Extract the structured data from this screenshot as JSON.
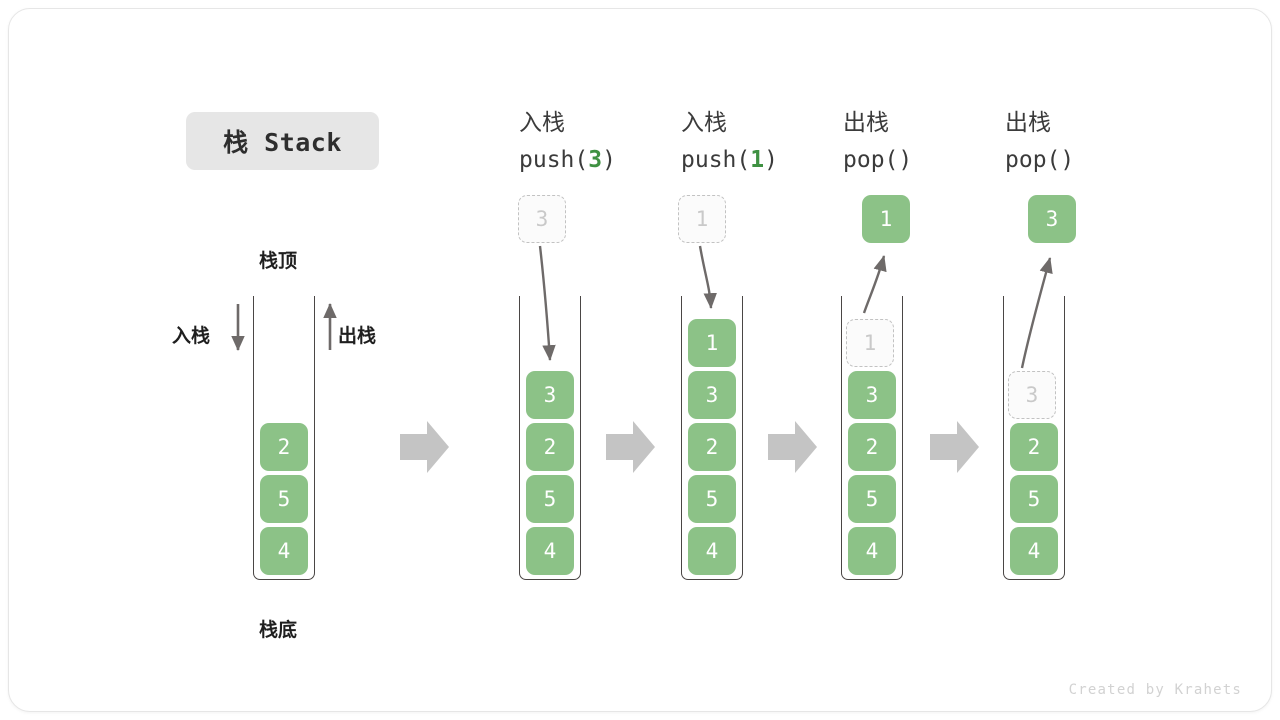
{
  "title": {
    "text": "栈 Stack"
  },
  "legend": {
    "top_label": "栈顶",
    "bottom_label": "栈底",
    "push_label": "入栈",
    "pop_label": "出栈"
  },
  "colors": {
    "element_green": "#8cc287",
    "accent_green": "#3f9142",
    "ghost_border": "#c2c2c2",
    "ghost_text": "#c9c9c9",
    "container_stroke": "#4a4645",
    "arrow_gray": "#6e6a69",
    "block_arrow_gray": "#c4c4c4",
    "pill_bg": "#e6e6e6",
    "footer_text": "#d2d2d2"
  },
  "columns": [
    {
      "id": "initial",
      "head_cn": "",
      "head_code": "",
      "stack": [
        "2",
        "5",
        "4"
      ],
      "ghost_index": -1,
      "floating": null
    },
    {
      "id": "push-3",
      "head_cn": "入栈",
      "head_code_prefix": "push(",
      "head_code_value": "3",
      "head_code_suffix": ")",
      "stack": [
        "3",
        "2",
        "5",
        "4"
      ],
      "ghost_index": -1,
      "floating": {
        "value": "3",
        "style": "ghost",
        "direction": "down"
      }
    },
    {
      "id": "push-1",
      "head_cn": "入栈",
      "head_code_prefix": "push(",
      "head_code_value": "1",
      "head_code_suffix": ")",
      "stack": [
        "1",
        "3",
        "2",
        "5",
        "4"
      ],
      "ghost_index": -1,
      "floating": {
        "value": "1",
        "style": "ghost",
        "direction": "down"
      }
    },
    {
      "id": "pop-1",
      "head_cn": "出栈",
      "head_code_prefix": "pop(",
      "head_code_value": "",
      "head_code_suffix": ")",
      "stack": [
        "1",
        "3",
        "2",
        "5",
        "4"
      ],
      "ghost_index": 0,
      "floating": {
        "value": "1",
        "style": "solid",
        "direction": "up"
      }
    },
    {
      "id": "pop-3",
      "head_cn": "出栈",
      "head_code_prefix": "pop(",
      "head_code_value": "",
      "head_code_suffix": ")",
      "stack": [
        "3",
        "2",
        "5",
        "4"
      ],
      "ghost_index": 0,
      "floating": {
        "value": "3",
        "style": "solid",
        "direction": "up"
      }
    }
  ],
  "column_heads": [
    {
      "cn": "入栈",
      "code": "push(3)",
      "prefix": "push(",
      "value": "3",
      "suffix": ")"
    },
    {
      "cn": "入栈",
      "code": "push(1)",
      "prefix": "push(",
      "value": "1",
      "suffix": ")"
    },
    {
      "cn": "出栈",
      "code": "pop()",
      "prefix": "pop(",
      "value": "",
      "suffix": ")"
    },
    {
      "cn": "出栈",
      "code": "pop()",
      "prefix": "pop(",
      "value": "",
      "suffix": ")"
    }
  ],
  "footer": {
    "credit": "Created by Krahets"
  }
}
